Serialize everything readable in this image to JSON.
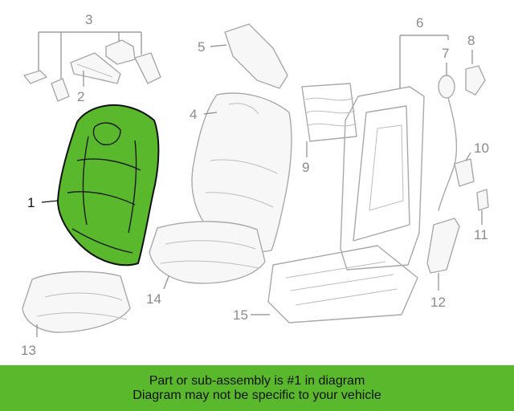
{
  "diagram": {
    "highlighted_part": "1",
    "callouts": [
      "1",
      "2",
      "3",
      "4",
      "5",
      "6",
      "7",
      "8",
      "9",
      "10",
      "11",
      "12",
      "13",
      "14",
      "15"
    ]
  },
  "banner": {
    "line1": "Part or sub-assembly is #1 in diagram",
    "line2": "Diagram may not be specific to your vehicle",
    "color": "#59b82b"
  }
}
